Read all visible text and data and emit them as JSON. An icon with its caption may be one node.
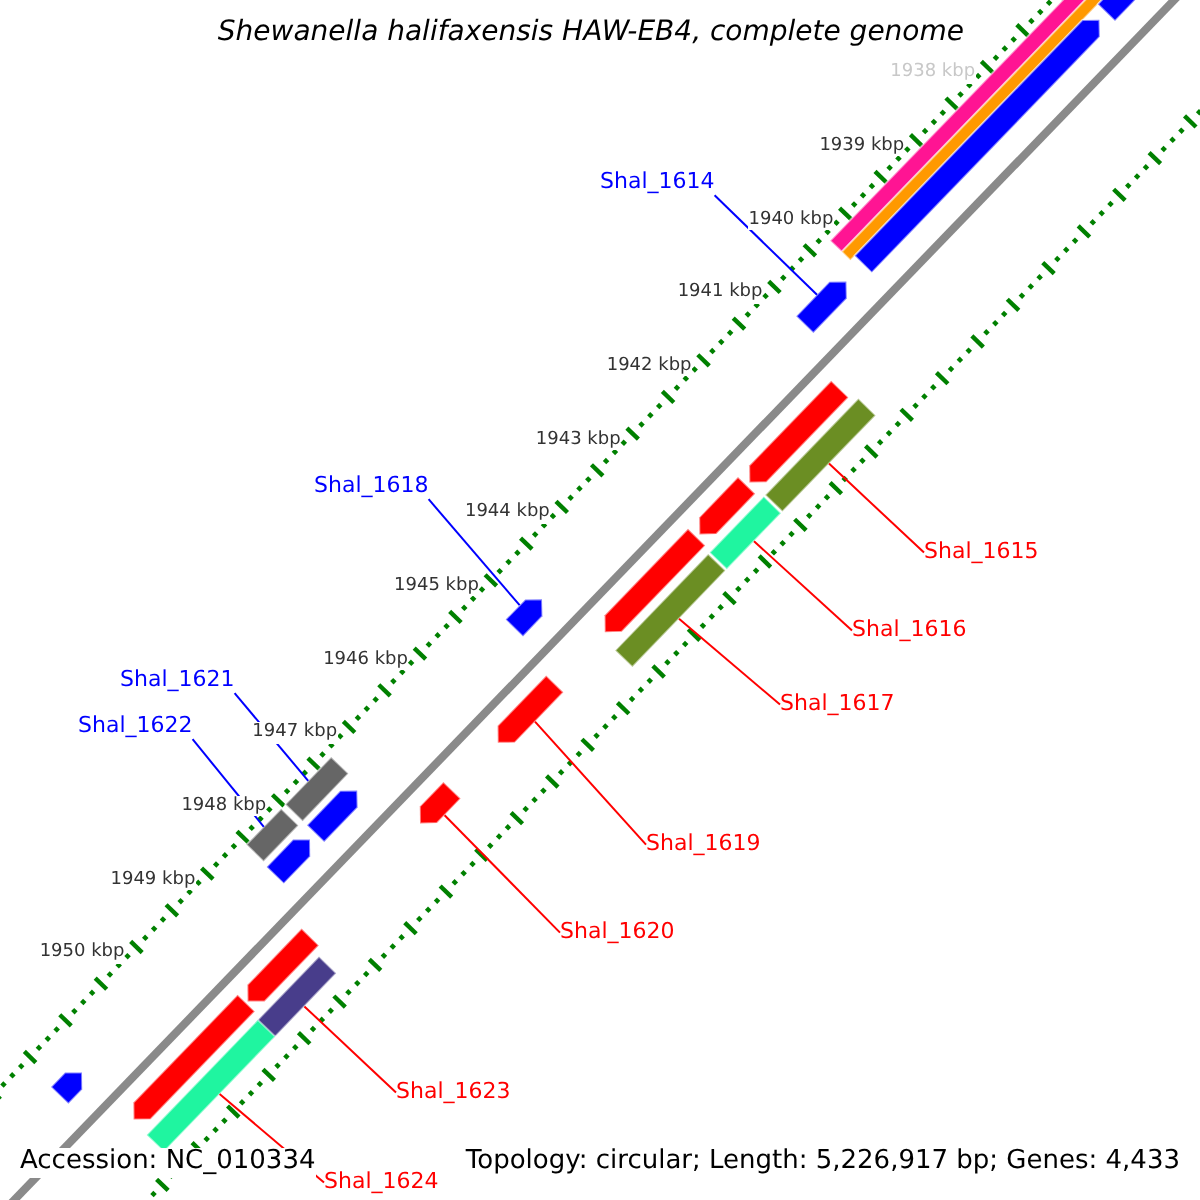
{
  "diagram": {
    "title": "Shewanella halifaxensis HAW-EB4, complete genome",
    "nodes": [
      {
        "text": [
          "Shal_1614"
        ]
      },
      {
        "text": [],
        "shape": "bar"
      },
      {
        "text": [
          "Shal_1615"
        ]
      },
      {
        "text": [],
        "shape": "bar"
      },
      {
        "text": [
          "Shal_1616"
        ]
      },
      {
        "text": [],
        "shape": "bar"
      },
      {
        "text": [
          "Shal_1617"
        ]
      },
      {
        "text": [],
        "shape": "bar"
      },
      {
        "text": [
          "Shal_1618"
        ]
      },
      {
        "text": [],
        "shape": "bar"
      },
      {
        "text": [
          "Shal_1619"
        ]
      },
      {
        "text": [],
        "shape": "bar"
      },
      {
        "text": [
          "Shal_1620"
        ]
      },
      {
        "text": [],
        "shape": "bar"
      },
      {
        "text": [
          "Shal_1621"
        ]
      },
      {
        "text": [],
        "shape": "bar"
      },
      {
        "text": [
          "Shal_1622"
        ]
      },
      {
        "text": [],
        "shape": "bar"
      },
      {
        "text": [
          "Shal_1623"
        ]
      },
      {
        "text": [],
        "shape": "bar"
      },
      {
        "text": [
          "Shal_1624"
        ]
      },
      {
        "text": [],
        "shape": "bar"
      }
    ],
    "edges": [
      {
        "from": 0,
        "to": 1,
        "arrow": "none",
        "color": "#0000ff"
      },
      {
        "from": 2,
        "to": 3,
        "arrow": "none"
      },
      {
        "from": 4,
        "to": 5,
        "arrow": "none"
      },
      {
        "from": 6,
        "to": 7,
        "arrow": "none"
      },
      {
        "from": 8,
        "to": 9,
        "arrow": "none",
        "color": "#0000ff"
      },
      {
        "from": 10,
        "to": 11,
        "arrow": "none"
      },
      {
        "from": 12,
        "to": 13,
        "arrow": "none"
      },
      {
        "from": 14,
        "to": 15,
        "arrow": "none",
        "color": "#0000ff"
      },
      {
        "from": 16,
        "to": 17,
        "arrow": "none",
        "color": "#0000ff"
      },
      {
        "from": 18,
        "to": 19,
        "arrow": "none"
      },
      {
        "from": 20,
        "to": 21,
        "arrow": "none"
      }
    ],
    "labels": [
      "1938 kbp",
      "1939 kbp",
      "1940 kbp",
      "1941 kbp",
      "1942 kbp",
      "1943 kbp",
      "1944 kbp",
      "1945 kbp",
      "1946 kbp",
      "1947 kbp",
      "1948 kbp",
      "1949 kbp",
      "1950 kbp",
      "Accession: NC_010334",
      "Topology: circular; Length: 5,226,917 bp; Genes: 4,433"
    ]
  }
}
